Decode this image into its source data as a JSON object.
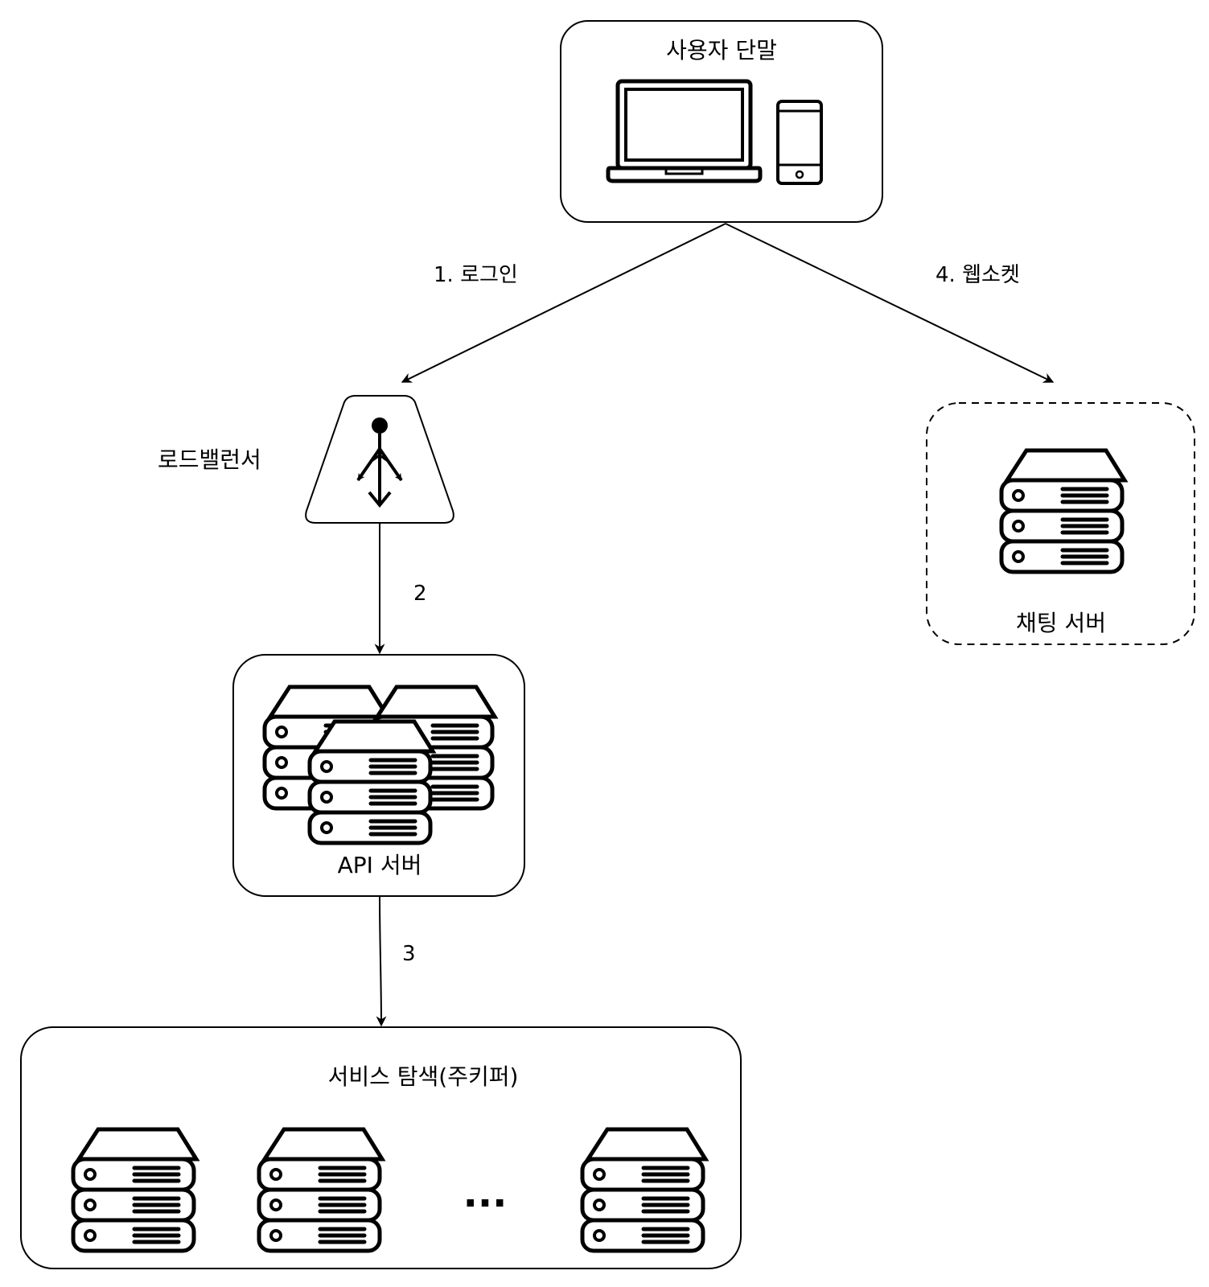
{
  "nodes": {
    "client": {
      "label": "사용자 단말"
    },
    "load_balancer": {
      "label": "로드밸런서"
    },
    "chat_server": {
      "label": "채팅 서버"
    },
    "api_server": {
      "label": "API 서버"
    },
    "service_discovery": {
      "label": "서비스 탐색(주키퍼)",
      "ellipsis": "..."
    }
  },
  "edges": {
    "login": {
      "label": "1. 로그인"
    },
    "lb_to_api": {
      "label": "2"
    },
    "api_to_sd": {
      "label": "3"
    },
    "websocket": {
      "label": "4. 웹소켓"
    }
  }
}
